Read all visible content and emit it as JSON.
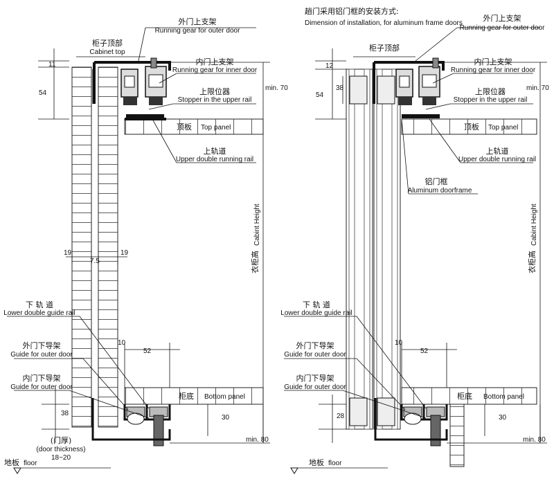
{
  "header": {
    "title_cn": "趟门采用铝门框的安装方式:",
    "title_en": "Dimension of installation, for aluminum frame doors"
  },
  "left": {
    "outer_gear_cn": "外门上支架",
    "outer_gear_en": "Running gear for outer door",
    "cabinet_top_cn": "柜子顶部",
    "cabinet_top_en": "Cabinet top",
    "inner_gear_cn": "内门上支架",
    "inner_gear_en": "Running gear for inner door",
    "stopper_cn": "上限位器",
    "stopper_en": "Stopper in the upper rail",
    "top_panel_cn": "顶板",
    "top_panel_en": "Top panel",
    "upper_rail_cn": "上轨道",
    "upper_rail_en": "Upper double running rail",
    "cabinet_height_cn": "衣柜高",
    "cabinet_height_en": "Cabint Height",
    "lower_rail_cn": "下 轨 道",
    "lower_rail_en": "Lower double guide rail",
    "outer_guide_cn": "外门下导架",
    "outer_guide_en": "Guide for outer door",
    "inner_guide_cn": "内门下导架",
    "inner_guide_en": "Guide for outer door",
    "bottom_panel_cn": "柜底",
    "bottom_panel_en": "Bottom panel",
    "door_thickness_cn": "(门厚)",
    "door_thickness_en": "(door thickness)",
    "door_thickness_val": "18~20",
    "floor_cn": "地板",
    "floor_en": "floor",
    "dims": {
      "d11": "11",
      "d54": "54",
      "min70": "min. 70",
      "d19a": "19",
      "d75": "7.5",
      "d19b": "19",
      "d10": "10",
      "d52": "52",
      "d38": "38",
      "d30": "30",
      "min80": "min. 80"
    }
  },
  "right": {
    "outer_gear_cn": "外门上支架",
    "outer_gear_en": "Running gear for outer door",
    "cabinet_top_cn": "柜子顶部",
    "inner_gear_cn": "内门上支架",
    "inner_gear_en": "Running gear for inner door",
    "stopper_cn": "上限位器",
    "stopper_en": "Stopper in the upper rail",
    "top_panel_cn": "顶板",
    "top_panel_en": "Top panel",
    "upper_rail_cn": "上轨道",
    "upper_rail_en": "Upper double running rail",
    "aluminum_cn": "铝门框",
    "aluminum_en": "Aluminum doorframe",
    "cabinet_height_cn": "衣柜高",
    "cabinet_height_en": "Cabint Height",
    "lower_rail_cn": "下 轨 道",
    "lower_rail_en": "Lower double guide rail",
    "outer_guide_cn": "外门下导架",
    "outer_guide_en": "Guide for outer door",
    "inner_guide_cn": "内门下导架",
    "inner_guide_en": "Guide for outer door",
    "bottom_panel_cn": "柜底",
    "bottom_panel_en": "Bottom panel",
    "floor_cn": "地板",
    "floor_en": "floor",
    "dims": {
      "d12": "12",
      "d38": "38",
      "d54": "54",
      "min70": "min. 70",
      "d10": "10",
      "d52": "52",
      "d28": "28",
      "d30": "30",
      "min80": "min. 80"
    }
  }
}
